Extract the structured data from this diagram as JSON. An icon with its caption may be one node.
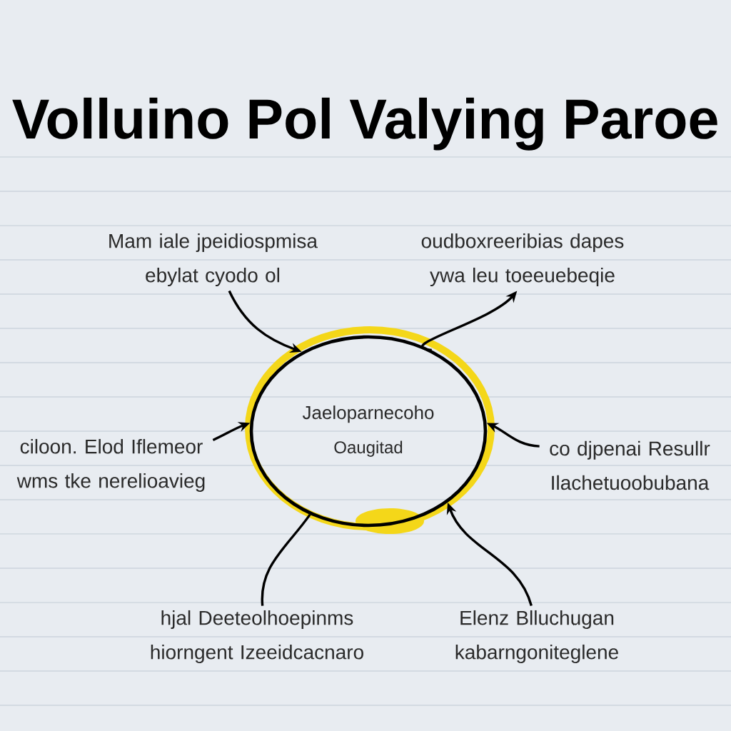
{
  "diagram": {
    "title": "Volluino Pol Valying Paroe",
    "nodes": [
      {
        "text": [
          "Mam iale jpeidiospmisa ebylat cyodo ol"
        ]
      },
      {
        "text": [
          "oudboxreeribias dapes ywa leu toeeuebeqie"
        ]
      },
      {
        "text": [
          "ciloon. Elod Iflemeor wms tke nerelioavieg"
        ]
      },
      {
        "text": [
          "Jaeloparnecoho",
          "Oaugitad"
        ]
      },
      {
        "text": [
          "co djpenai Resullr Ilachetuoobubana"
        ]
      },
      {
        "text": [
          "hjal Deeteolhoepinms hiorngent Izeeidcacnaro"
        ]
      },
      {
        "text": [
          "Elenz Blluchugan kabarngoniteglene"
        ]
      }
    ],
    "edges": [
      {
        "from": 0,
        "to": 3,
        "arrow": "to"
      },
      {
        "from": 3,
        "to": 1,
        "arrow": "to"
      },
      {
        "from": 2,
        "to": 3,
        "arrow": "to"
      },
      {
        "from": 4,
        "to": 3,
        "arrow": "to"
      },
      {
        "from": 5,
        "to": 3,
        "arrow": "none"
      },
      {
        "from": 6,
        "to": 3,
        "arrow": "to"
      }
    ]
  }
}
